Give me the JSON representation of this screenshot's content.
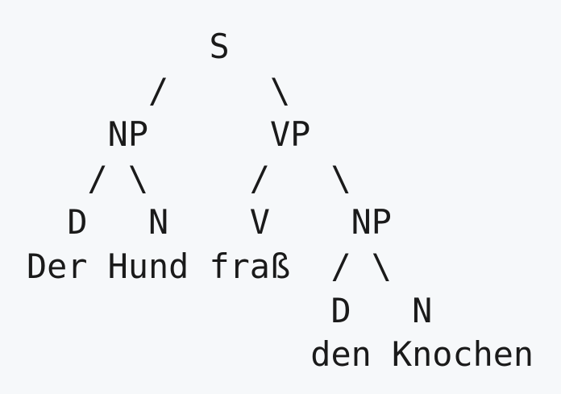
{
  "tree_lines": [
    "         S",
    "      /     \\",
    "    NP      VP",
    "   / \\     /   \\",
    "  D   N    V    NP",
    "Der Hund fraß  / \\",
    "               D   N",
    "              den Knochen"
  ]
}
